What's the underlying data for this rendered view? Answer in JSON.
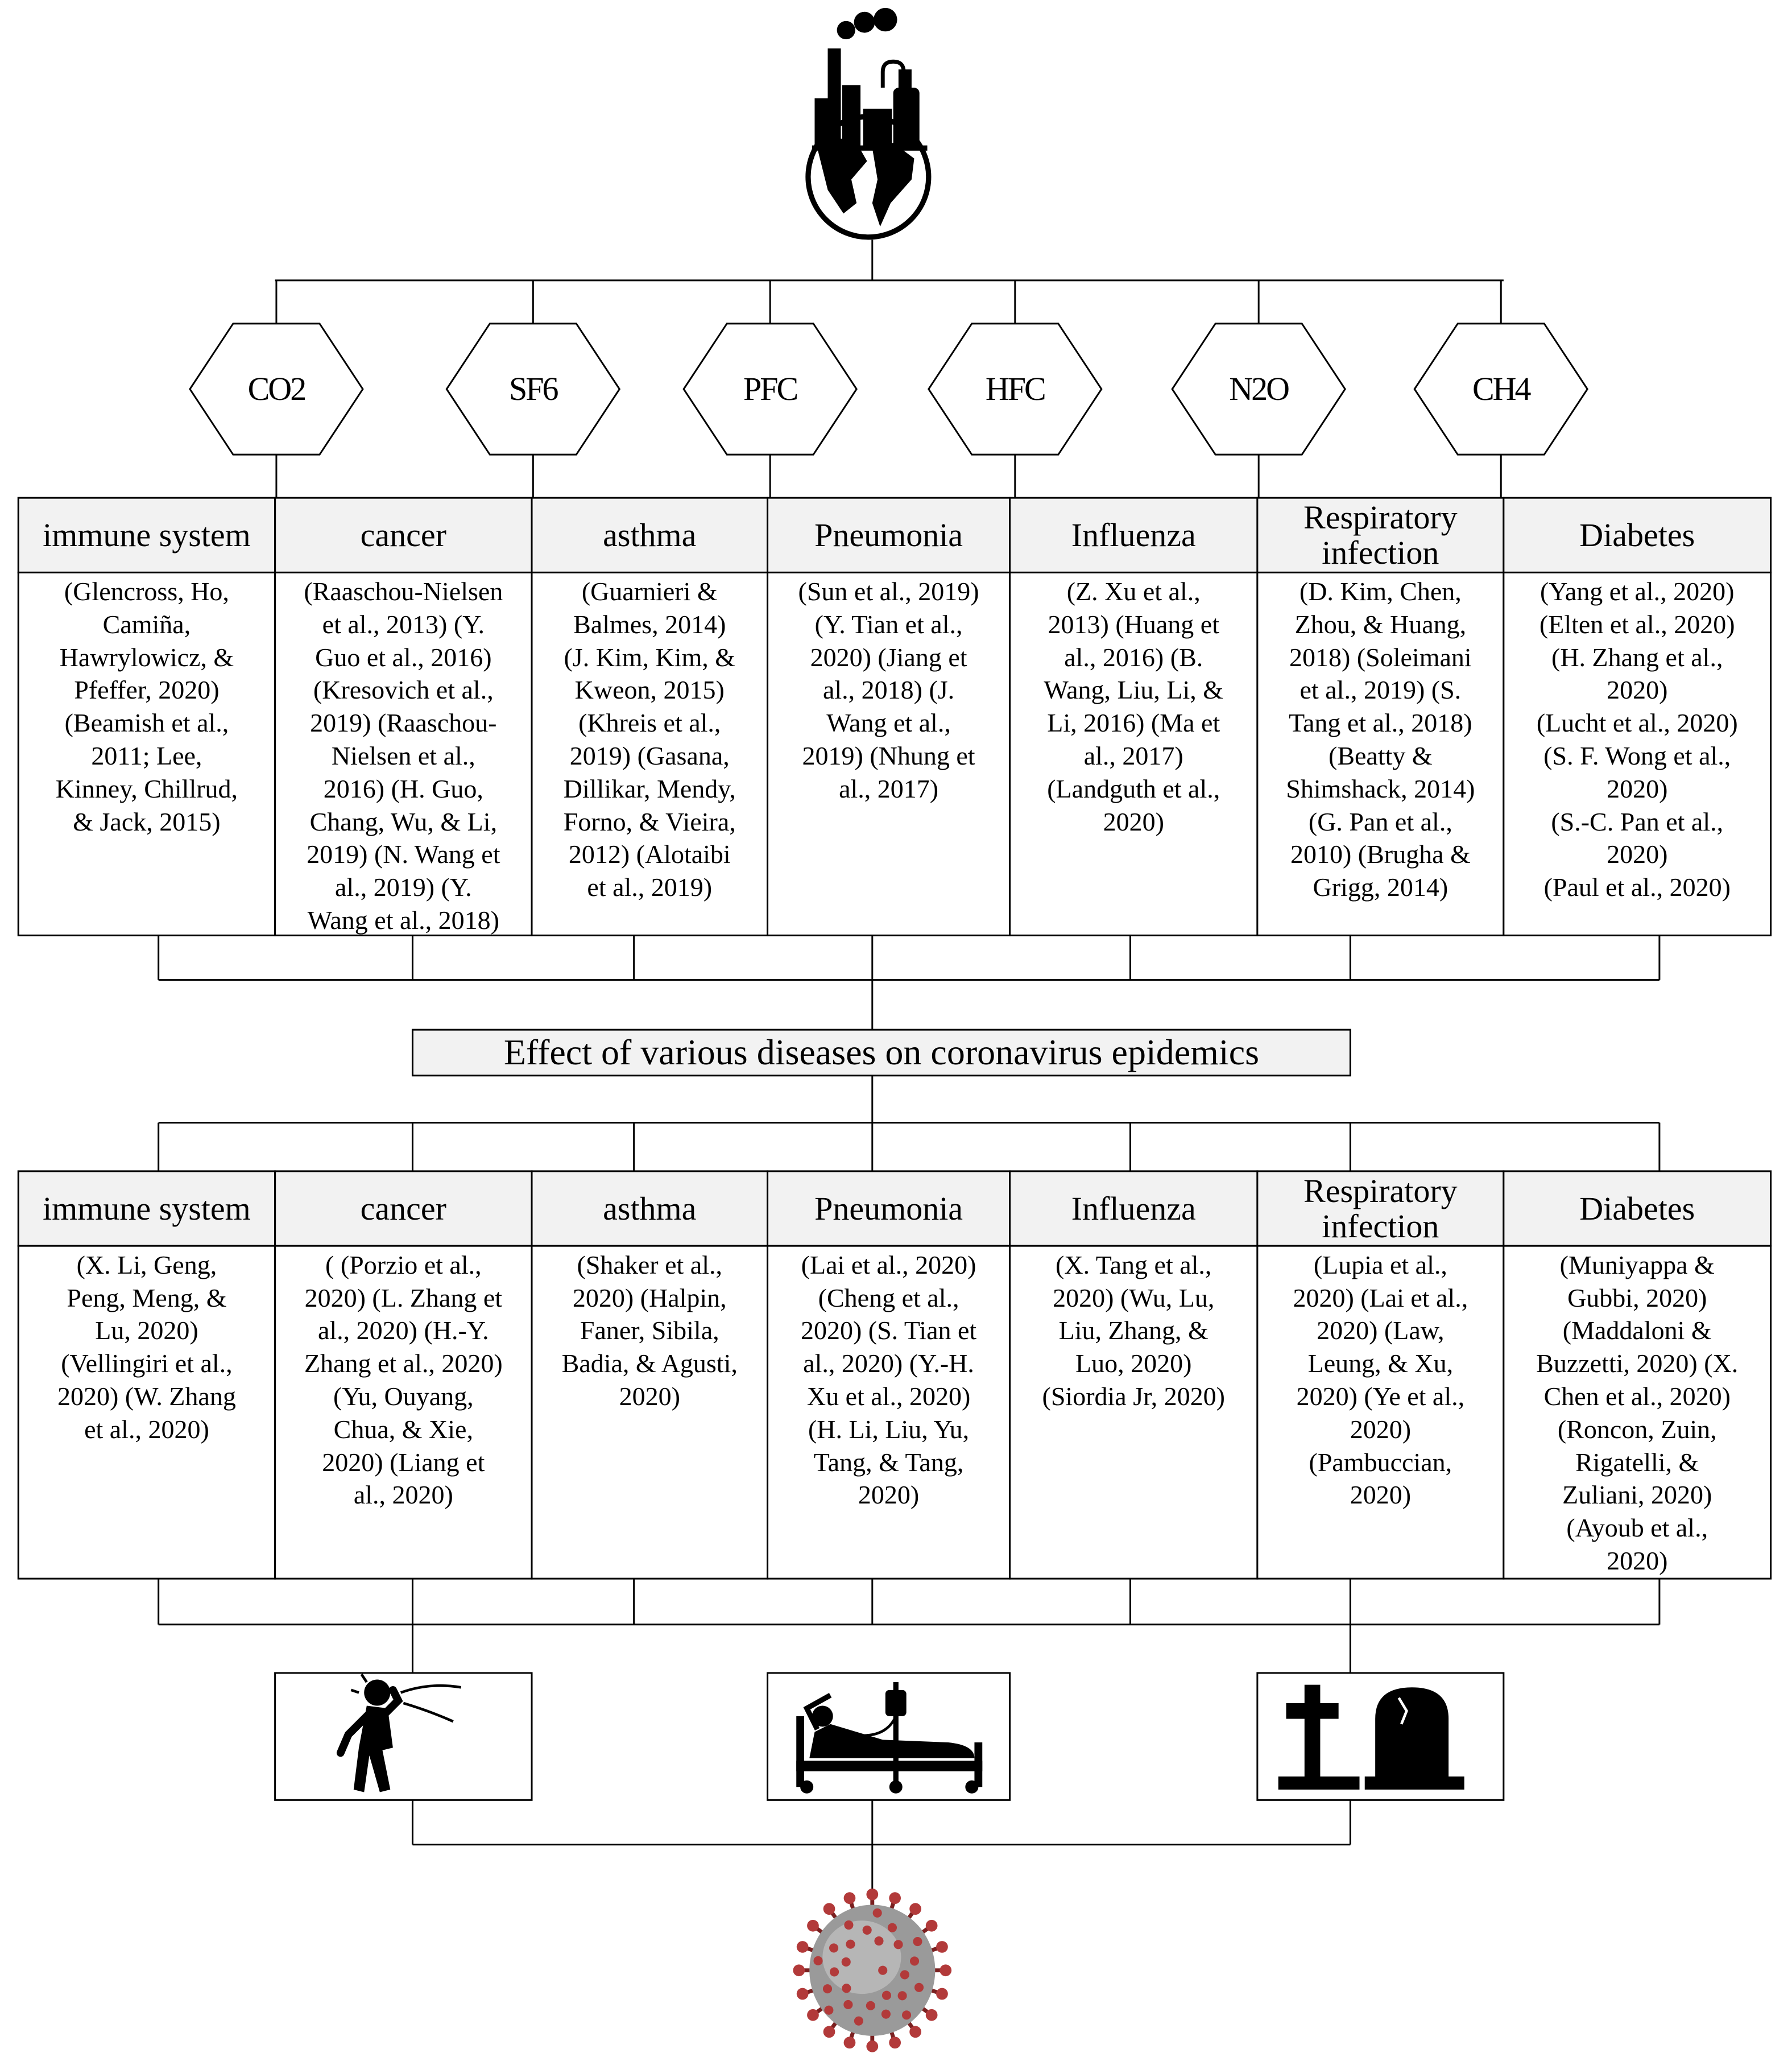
{
  "gases": [
    "CO2",
    "SF6",
    "PFC",
    "HFC",
    "N2O",
    "CH4"
  ],
  "central_title": "Effect of various diseases on coronavirus epidemics",
  "diseases": [
    "immune system",
    "cancer",
    "asthma",
    "Pneumonia",
    "Influenza",
    "Respiratory infection",
    "Diabetes"
  ],
  "table1_refs": [
    [
      "(Glencross, Ho,",
      "Camiña,",
      "Hawrylowicz, &",
      "Pfeffer, 2020)",
      "(Beamish et al.,",
      "2011; Lee,",
      "Kinney, Chillrud,",
      "& Jack, 2015)"
    ],
    [
      "(Raaschou-Nielsen",
      "et al., 2013) (Y.",
      "Guo et al., 2016)",
      "(Kresovich et al.,",
      "2019) (Raaschou-",
      "Nielsen et al.,",
      "2016) (H. Guo,",
      "Chang, Wu, & Li,",
      "2019) (N. Wang et",
      "al., 2019) (Y.",
      "Wang et al., 2018)"
    ],
    [
      "(Guarnieri &",
      "Balmes, 2014)",
      "(J. Kim, Kim, &",
      "Kweon, 2015)",
      "(Khreis et al.,",
      "2019) (Gasana,",
      "Dillikar, Mendy,",
      "Forno, & Vieira,",
      "2012) (Alotaibi",
      "et al., 2019)"
    ],
    [
      "(Sun et al., 2019)",
      "(Y. Tian et al.,",
      "2020) (Jiang et",
      "al., 2018) (J.",
      "Wang et al.,",
      "2019) (Nhung et",
      "al., 2017)"
    ],
    [
      "(Z. Xu et al.,",
      "2013) (Huang et",
      "al., 2016) (B.",
      "Wang, Liu, Li, &",
      "Li, 2016) (Ma et",
      "al., 2017)",
      "(Landguth et al.,",
      "2020)"
    ],
    [
      "(D. Kim, Chen,",
      "Zhou, & Huang,",
      "2018) (Soleimani",
      "et al., 2019) (S.",
      "Tang et al., 2018)",
      "(Beatty &",
      "Shimshack, 2014)",
      "(G. Pan et al.,",
      "2010) (Brugha &",
      "Grigg, 2014)"
    ],
    [
      "(Yang et al., 2020)",
      "(Elten et al., 2020)",
      "(H. Zhang et al.,",
      "2020)",
      "(Lucht et al., 2020)",
      "(S. F. Wong et al.,",
      "2020)",
      "(S.-C. Pan et al.,",
      "2020)",
      "(Paul et al., 2020)"
    ]
  ],
  "table2_refs": [
    [
      "(X. Li, Geng,",
      "Peng, Meng, &",
      "Lu, 2020)",
      "(Vellingiri et al.,",
      "2020) (W. Zhang",
      "et al., 2020)"
    ],
    [
      "(  (Porzio et al.,",
      "2020) (L. Zhang et",
      "al., 2020) (H.-Y.",
      "Zhang et al., 2020)",
      "(Yu, Ouyang,",
      "Chua, & Xie,",
      "2020) (Liang et",
      "al., 2020)"
    ],
    [
      "(Shaker et al.,",
      "2020) (Halpin,",
      "Faner, Sibila,",
      "Badia, & Agusti,",
      "2020)"
    ],
    [
      "(Lai et al., 2020)",
      "(Cheng et al.,",
      "2020) (S. Tian et",
      "al., 2020) (Y.-H.",
      "Xu et al., 2020)",
      "(H. Li, Liu, Yu,",
      "Tang, & Tang,",
      "2020)"
    ],
    [
      "(X. Tang et al.,",
      "2020) (Wu, Lu,",
      "Liu, Zhang, &",
      "Luo, 2020)",
      "(Siordia Jr, 2020)"
    ],
    [
      "(Lupia et al.,",
      "2020) (Lai et al.,",
      "2020) (Law,",
      "Leung, & Xu,",
      "2020) (Ye et al.,",
      "2020)",
      "(Pambuccian,",
      "2020)"
    ],
    [
      "(Muniyappa &",
      "Gubbi, 2020)",
      "(Maddaloni &",
      "Buzzetti, 2020) (X.",
      "Chen et al., 2020)",
      "(Roncon, Zuin,",
      "Rigatelli, &",
      "Zuliani, 2020)",
      "(Ayoub et al.,",
      "2020)"
    ]
  ],
  "icons": {
    "top": "factory-globe-icon",
    "outcomes": [
      "coughing-person-icon",
      "hospital-patient-icon",
      "graves-icon"
    ],
    "bottom": "coronavirus-icon"
  },
  "colors": {
    "header_fill": "#f2f2f2",
    "line": "#000000",
    "virus_red": "#b23a3a"
  }
}
